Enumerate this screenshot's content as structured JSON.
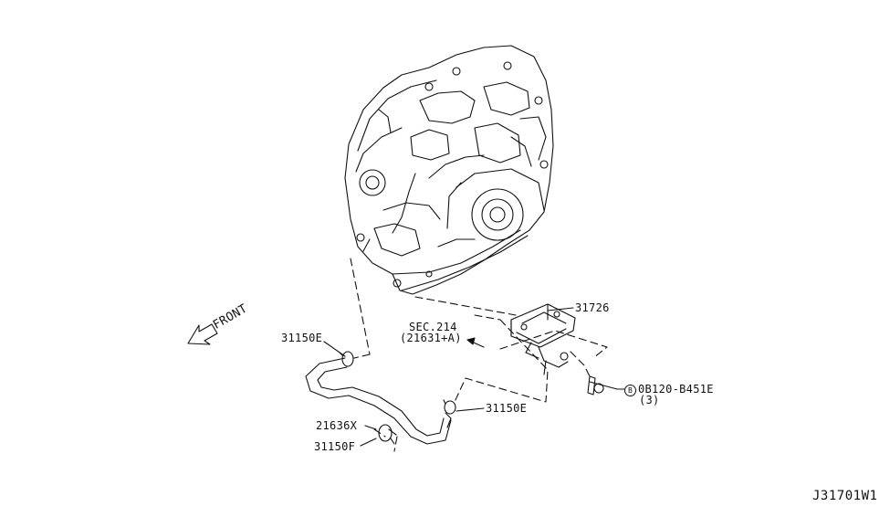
{
  "diagram": {
    "front_label": "FRONT",
    "reference_code": "J31701W1",
    "callouts": {
      "p31726": "31726",
      "sec_line1": "SEC.214",
      "sec_line2": "(21631+A)",
      "clamp_top": "31150E",
      "clamp_right": "31150E",
      "hose": "21636X",
      "clamp_bottom": "31150F",
      "bolt_marker": "B",
      "bolt": "0B120-B451E",
      "bolt_qty": "(3)"
    }
  },
  "colors": {
    "line": "#111111",
    "background": "#ffffff"
  },
  "icons": [
    "transmission-drawing",
    "cooler-drawing",
    "hose-drawing",
    "clamp-icon",
    "bolt-icon",
    "front-arrow-icon"
  ]
}
